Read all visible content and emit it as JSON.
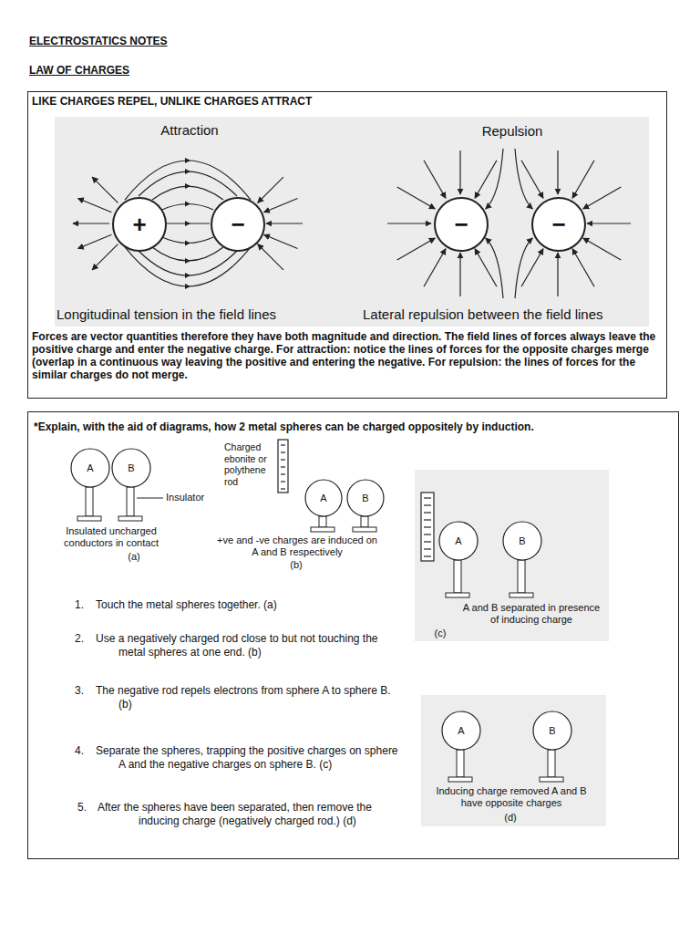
{
  "diagram": {
    "title": "ELECTROSTATICS NOTES",
    "nodes": [
      {
        "text": [
          "LIKE CHARGES REPEL, UNLIKE CHARGES ATTRACT",
          "Forces are vector quantities therefore they have both magnitude and direction. The field lines of forces always leave the positive charge and enter the negative charge. For attraction: notice the lines of forces for the opposite charges merge (overlap in a continuous way leaving the positive and entering the negative. For repulsion: the lines of forces for the similar charges do not merge."
        ]
      },
      {
        "text": [
          "+"
        ],
        "in": 0
      },
      {
        "text": [
          "−"
        ],
        "in": 0
      },
      {
        "text": [
          "−"
        ],
        "in": 0
      },
      {
        "text": [
          "−"
        ],
        "in": 0
      },
      {
        "text": [
          "*Explain, with the aid of diagrams, how 2 metal spheres can be charged oppositely by induction."
        ]
      },
      {
        "text": [
          "A"
        ],
        "in": 5
      },
      {
        "text": [
          "B"
        ],
        "in": 5
      },
      {
        "text": [
          "A"
        ],
        "in": 5
      },
      {
        "text": [
          "B"
        ],
        "in": 5
      },
      {
        "text": [
          "A"
        ],
        "in": 5
      },
      {
        "text": [
          "B"
        ],
        "in": 5
      },
      {
        "text": [
          "A"
        ],
        "in": 5
      },
      {
        "text": [
          "B"
        ],
        "in": 5
      }
    ],
    "labels": [
      "LAW OF CHARGES",
      "Attraction",
      "Repulsion",
      "Longitudinal tension in the field lines",
      "Lateral repulsion between the field lines",
      "Insulator",
      "Insulated uncharged conductors in contact",
      "(a)",
      "Charged ebonite or polythene rod",
      "+ve and -ve charges are induced on A and B respectively",
      "(b)",
      "1.",
      "Touch the metal spheres together. (a)",
      "2.",
      "Use a negatively charged rod close to but not touching the metal spheres at one end. (b)",
      "3.",
      "The negative rod repels electrons from sphere A to sphere B. (b)",
      "4.",
      "Separate the spheres, trapping the positive charges on sphere A and the negative charges on sphere B. (c)",
      "5.",
      "After the spheres have been separated, then remove the inducing charge (negatively charged rod.) (d)",
      "A and B separated in presence of inducing charge",
      "(c)",
      "Inducing charge removed A and B have opposite charges",
      "(d)"
    ]
  }
}
